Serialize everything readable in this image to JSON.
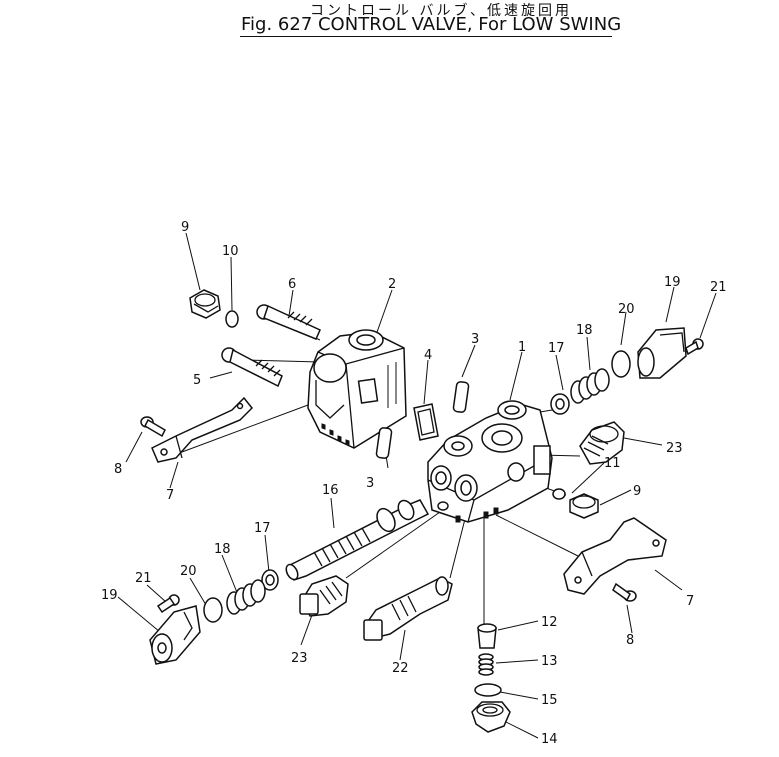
{
  "header": {
    "title_jp": "コントロール バルブ、低速旋回用",
    "title_en": "Fig. 627 CONTROL VALVE, For LOW SWING"
  },
  "callouts": {
    "c1": "1",
    "c2": "2",
    "c3a": "3",
    "c3b": "3",
    "c4": "4",
    "c5": "5",
    "c6": "6",
    "c7a": "7",
    "c7b": "7",
    "c8a": "8",
    "c8b": "8",
    "c9a": "9",
    "c9b": "9",
    "c10": "10",
    "c11": "11",
    "c12": "12",
    "c13": "13",
    "c14": "14",
    "c15": "15",
    "c16": "16",
    "c17a": "17",
    "c17b": "17",
    "c18a": "18",
    "c18b": "18",
    "c19a": "19",
    "c19b": "19",
    "c20a": "20",
    "c20b": "20",
    "c21a": "21",
    "c21b": "21",
    "c22": "22",
    "c23a": "23",
    "c23b": "23"
  }
}
